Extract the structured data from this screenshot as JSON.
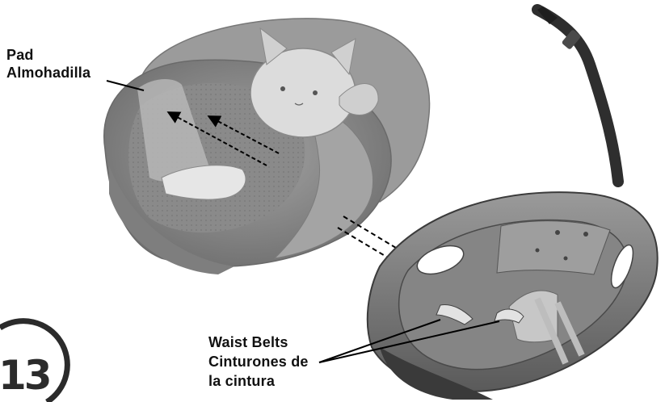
{
  "step": {
    "number": "13"
  },
  "labels": {
    "pad_en": "Pad",
    "pad_es": "Almohadilla",
    "waist_en": "Waist Belts",
    "waist_es_line1": "Cinturones de",
    "waist_es_line2": "la cintura"
  },
  "colors": {
    "pad_fabric": "#8d8d8d",
    "pad_light": "#b3b3b3",
    "seat_shell": "#6f6f6f",
    "frame_dark": "#3a3a3a",
    "leader_line": "#000000"
  }
}
